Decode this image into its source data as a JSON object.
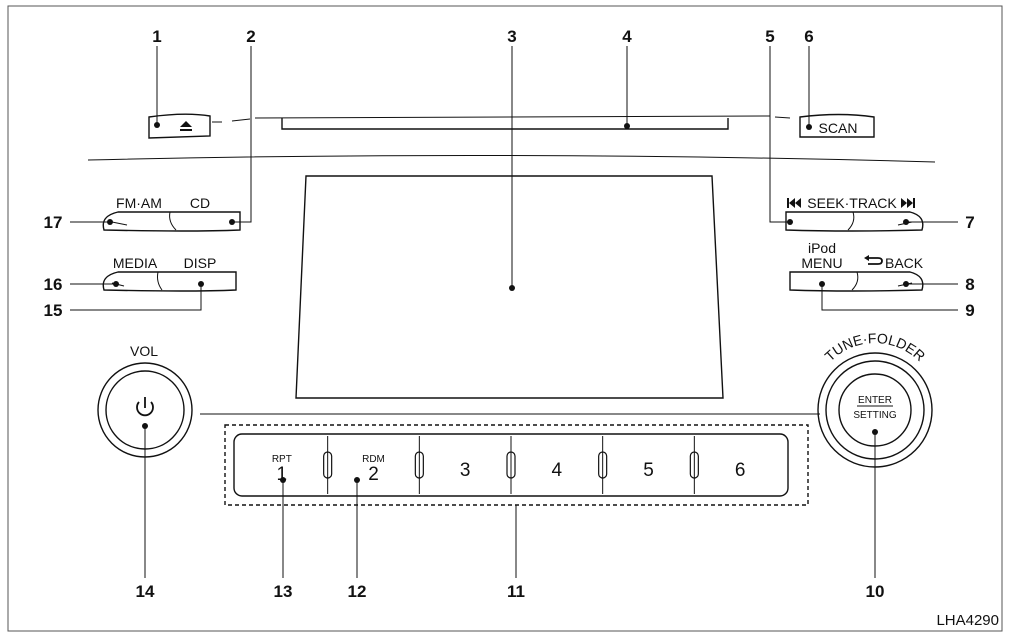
{
  "figure_code": "LHA4290",
  "callouts": {
    "c1": "1",
    "c2": "2",
    "c3": "3",
    "c4": "4",
    "c5": "5",
    "c6": "6",
    "c7": "7",
    "c8": "8",
    "c9": "9",
    "c10": "10",
    "c11": "11",
    "c12": "12",
    "c13": "13",
    "c14": "14",
    "c15": "15",
    "c16": "16",
    "c17": "17"
  },
  "buttons": {
    "scan": "SCAN",
    "fm_am": "FM·AM",
    "cd": "CD",
    "seek_track": "SEEK·TRACK",
    "media": "MEDIA",
    "disp": "DISP",
    "ipod": "iPod",
    "menu": "MENU",
    "back": "BACK",
    "vol": "VOL",
    "tune_folder": "TUNE·FOLDER",
    "enter": "ENTER",
    "setting": "SETTING"
  },
  "presets": [
    {
      "sub": "RPT",
      "num": "1"
    },
    {
      "sub": "RDM",
      "num": "2"
    },
    {
      "sub": "",
      "num": "3"
    },
    {
      "sub": "",
      "num": "4"
    },
    {
      "sub": "",
      "num": "5"
    },
    {
      "sub": "",
      "num": "6"
    }
  ],
  "icons": {
    "eject": "eject-icon",
    "power": "power-icon",
    "prev": "skip-back-icon",
    "next": "skip-forward-icon",
    "back": "back-arrow-icon"
  }
}
